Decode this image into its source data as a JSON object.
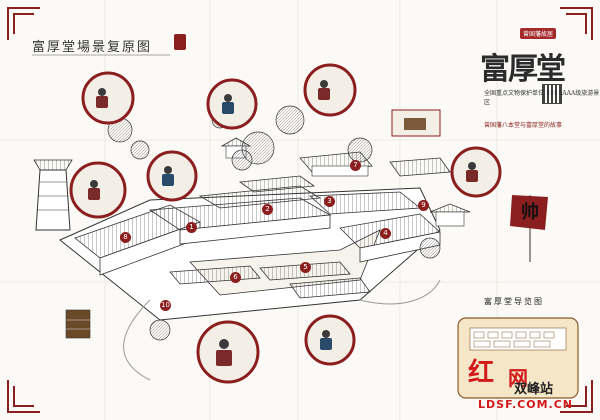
{
  "title": "富厚堂場景复原图",
  "calligraphy": "富厚堂",
  "seal_text": "曾国藩故居",
  "desc_line1": "全国重点文物保护单位 国家AAAA级旅游景区",
  "desc_line2": "曾国藩八本堂与富厚堂的故事",
  "mini_map_title": "富厚堂导览图",
  "watermark": {
    "red": "红",
    "net": "网",
    "station": "双峰站",
    "url": "LDSF.COM.CN"
  },
  "flag_char": "帅",
  "map_labels": [
    "1",
    "2",
    "3",
    "4",
    "5",
    "6",
    "7",
    "8",
    "9",
    "10"
  ],
  "colors": {
    "brand_red": "#8b1e1e",
    "watermark_red": "#d21818",
    "ink": "#2b2b2b"
  },
  "icons": [
    "corner-ornament-icon",
    "flag-icon",
    "tree-icon",
    "vignette-icon"
  ]
}
